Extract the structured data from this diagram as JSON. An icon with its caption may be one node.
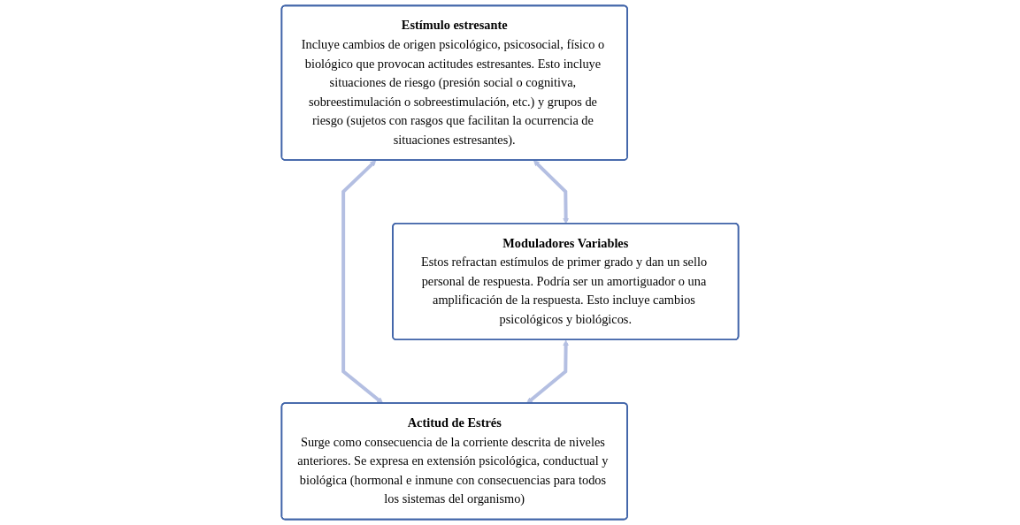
{
  "diagram": {
    "nodes": [
      {
        "text": [
          "Estímulo estresante",
          "Incluye cambios de origen psicológico, psicosocial, físico o biológico que provocan actitudes estresantes. Esto incluye situaciones de riesgo (presión social o cognitiva, sobreestimulación o sobreestimulación, etc.) y grupos de riesgo (sujetos con rasgos que facilitan la ocurrencia de situaciones estresantes)."
        ]
      },
      {
        "text": [
          "Moduladores Variables",
          "Estos refractan estímulos de primer grado y dan un sello personal de respuesta. Podría ser un amortiguador o una amplificación de la respuesta. Esto incluye cambios psicológicos y biológicos."
        ]
      },
      {
        "text": [
          "Actitud de Estrés",
          "Surge como consecuencia de la corriente descrita de niveles anteriores. Se expresa en extensión psicológica, conductual y biológica (hormonal e inmune con consecuencias para todos los sistemas del organismo)"
        ]
      }
    ],
    "edges": [
      {
        "from": 0,
        "to": 1,
        "arrow": "both"
      },
      {
        "from": 0,
        "to": 2,
        "arrow": "both"
      },
      {
        "from": 1,
        "to": 2,
        "arrow": "both"
      }
    ]
  }
}
